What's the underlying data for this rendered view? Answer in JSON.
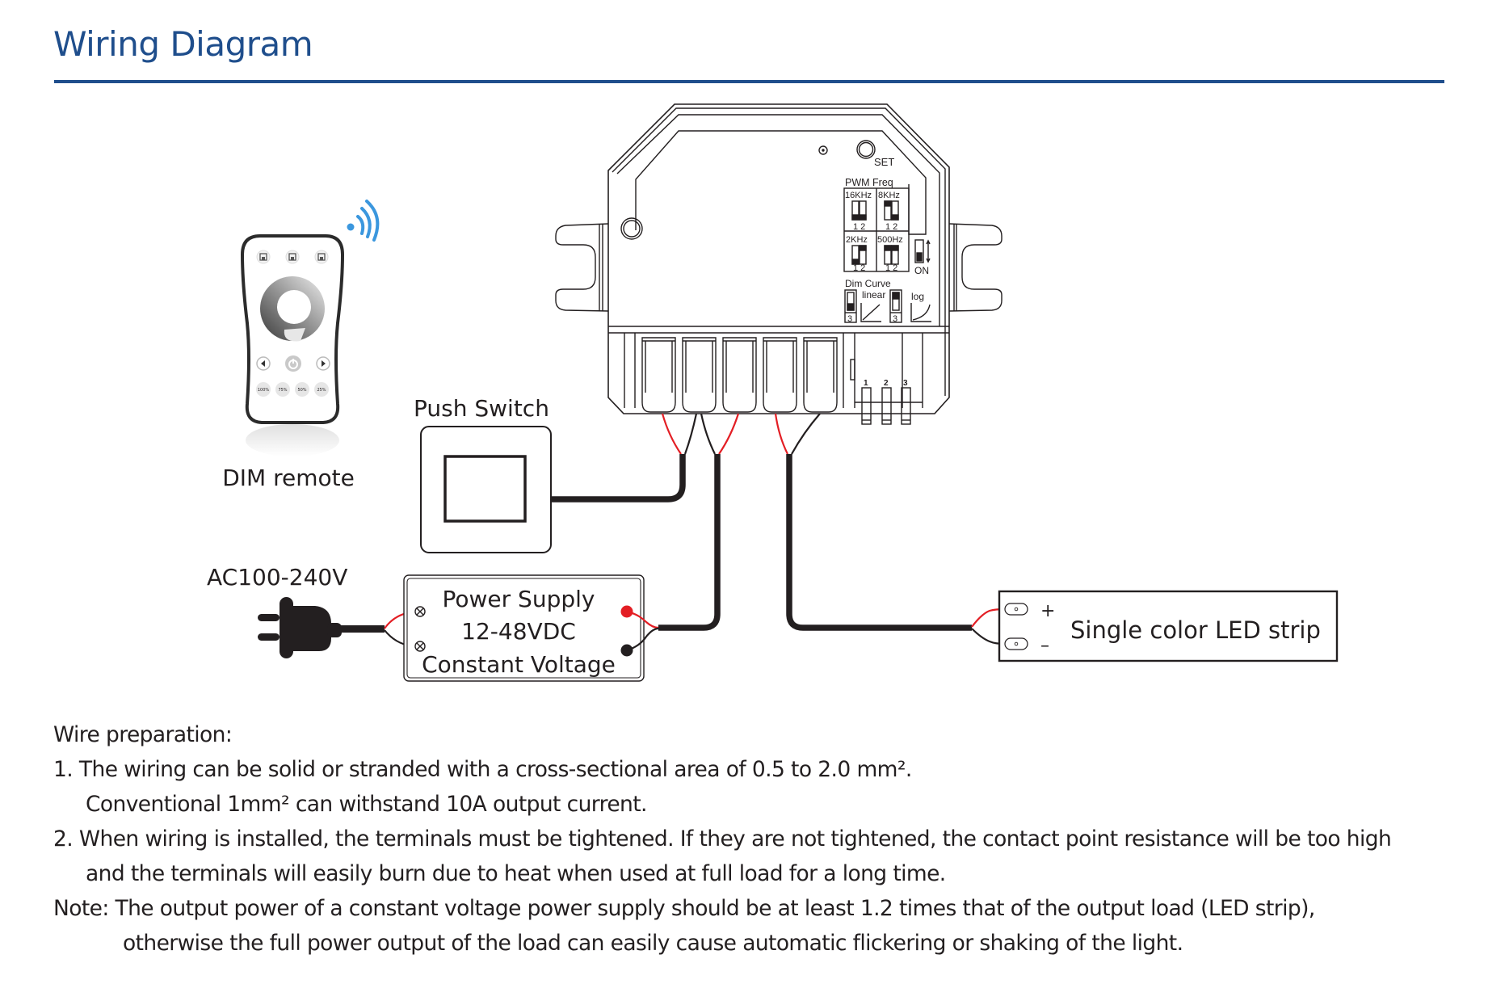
{
  "header": {
    "title": "Wiring Diagram"
  },
  "colors": {
    "title_blue": "#1f4e8c",
    "signal_blue": "#3b97de",
    "wire_red": "#e31e24",
    "wire_black": "#231f20"
  },
  "remote": {
    "label": "DIM remote",
    "signal_icon": "wireless-signal-icon",
    "preset_buttons": [
      "100%",
      "75%",
      "50%",
      "25%"
    ],
    "scene_buttons": [
      "save-icon",
      "save-icon",
      "save-icon"
    ],
    "nav_buttons": [
      "left-arrow-icon",
      "power-icon",
      "right-arrow-icon"
    ]
  },
  "push_switch": {
    "label": "Push Switch"
  },
  "controller": {
    "set_label": "SET",
    "pwm_title": "PWM Freq",
    "pwm_options": [
      {
        "label": "16KHz",
        "pins": "1 2"
      },
      {
        "label": "8KHz",
        "pins": "1 2"
      },
      {
        "label": "2KHz",
        "pins": "1 2"
      },
      {
        "label": "500Hz",
        "pins": "1 2"
      }
    ],
    "on_label": "ON",
    "dim_curve_title": "Dim Curve",
    "dim_curve_options": [
      {
        "label": "linear",
        "pin": "3"
      },
      {
        "label": "log",
        "pin": "3"
      }
    ],
    "pin_labels": [
      "1",
      "2",
      "3"
    ]
  },
  "power": {
    "ac_label": "AC100-240V",
    "supply_lines": [
      "Power Supply",
      "12-48VDC",
      "Constant Voltage"
    ]
  },
  "led_strip": {
    "label": "Single color LED strip",
    "plus": "+",
    "minus": "–"
  },
  "notes": {
    "heading": "Wire preparation:",
    "items": [
      {
        "num": "1.",
        "lines": [
          "The wiring can be solid or stranded with a cross-sectional area of 0.5 to 2.0 mm².",
          "Conventional 1mm² can withstand 10A output current."
        ]
      },
      {
        "num": "2.",
        "lines": [
          "When wiring is installed, the terminals must be tightened. If they are not tightened, the contact point resistance will be too high",
          "and the terminals will easily burn due to heat when used at full load for a long time."
        ]
      }
    ],
    "note_label": "Note:",
    "note_lines": [
      "The output power of a constant voltage power supply should be at least 1.2 times that of the output load (LED strip),",
      "otherwise the full power output of the load can easily cause automatic flickering or shaking of the light."
    ]
  }
}
